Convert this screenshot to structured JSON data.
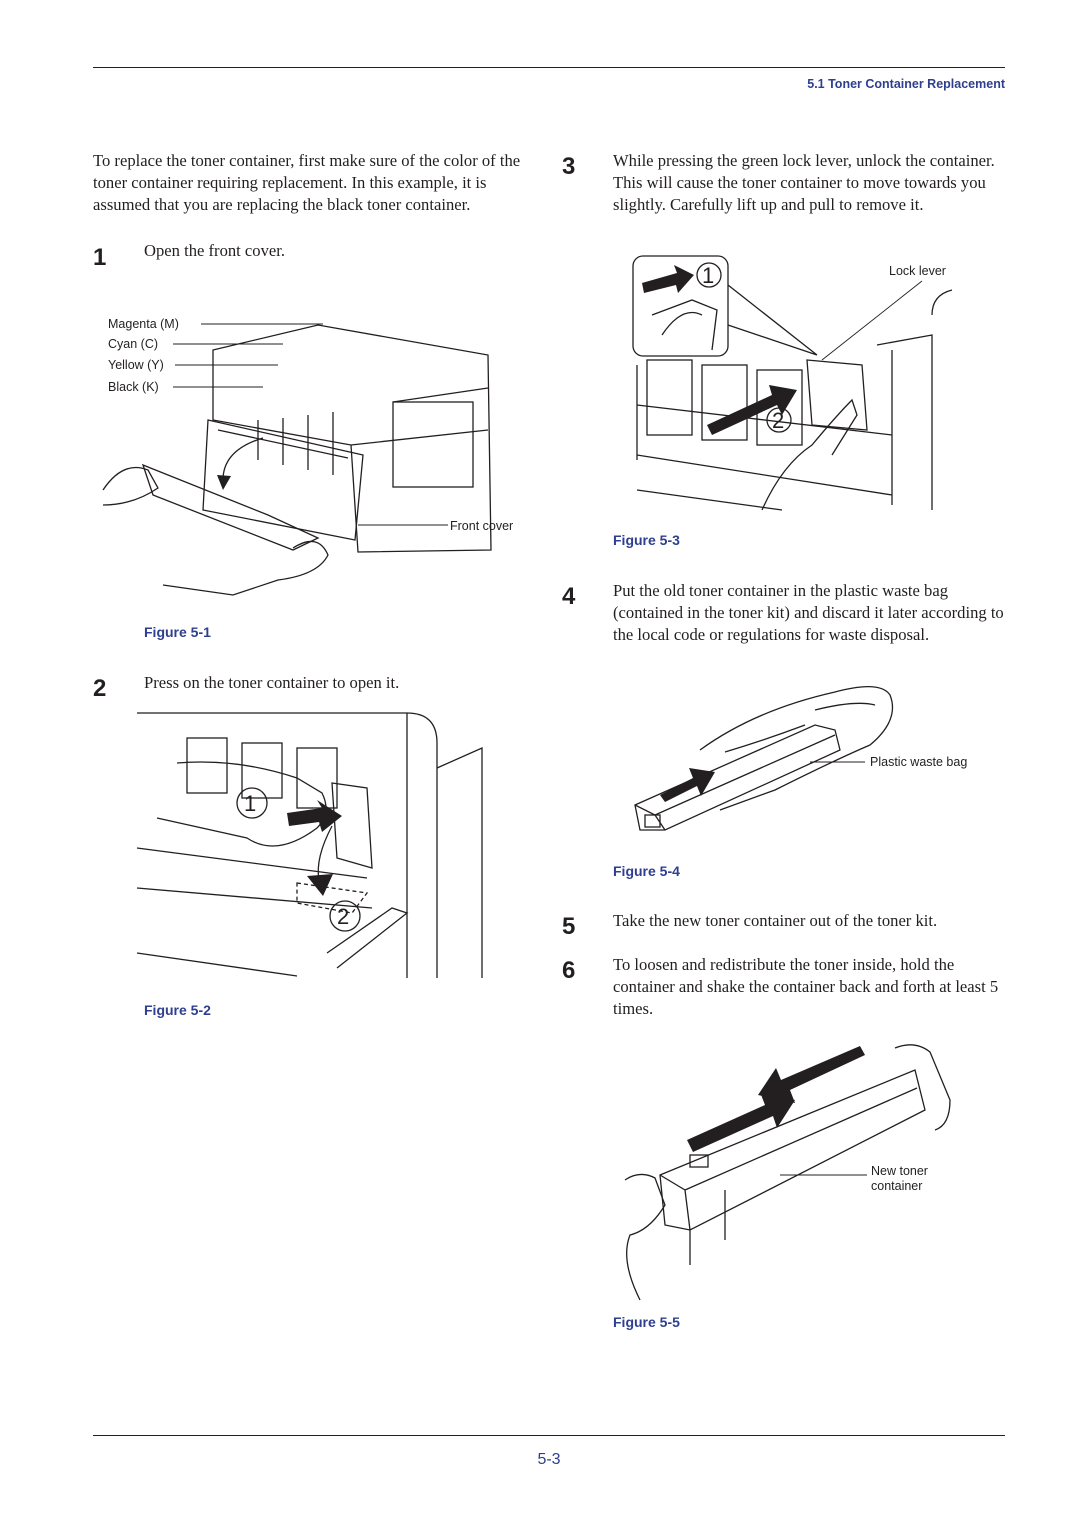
{
  "header": {
    "section_title": "5.1 Toner Container Replacement"
  },
  "intro": "To replace the toner container, first make sure of the color of the toner container requiring replacement. In this example, it is assumed that you are replacing the black toner container.",
  "steps": [
    {
      "number": "1",
      "text": "Open the front cover."
    },
    {
      "number": "2",
      "text": "Press on the toner container to open it."
    },
    {
      "number": "3",
      "text": "While pressing the green lock lever, unlock the container. This will cause the toner container to move towards you slightly. Carefully lift up and pull to remove it."
    },
    {
      "number": "4",
      "text": "Put the old toner container in the plastic waste bag (contained in the toner kit) and discard it later according to the local code or regulations for waste disposal."
    },
    {
      "number": "5",
      "text": "Take the new toner container out of the toner kit."
    },
    {
      "number": "6",
      "text": "To loosen and redistribute the toner inside, hold the container and shake the container back and forth at least 5 times."
    }
  ],
  "figures": {
    "fig1": {
      "caption": "Figure 5-1",
      "labels": {
        "magenta": "Magenta (M)",
        "cyan": "Cyan (C)",
        "yellow": "Yellow (Y)",
        "black": "Black (K)",
        "front_cover": "Front cover"
      }
    },
    "fig2": {
      "caption": "Figure 5-2",
      "marker1": "1",
      "marker2": "2"
    },
    "fig3": {
      "caption": "Figure 5-3",
      "lock_lever": "Lock lever",
      "marker1": "1",
      "marker2": "2"
    },
    "fig4": {
      "caption": "Figure 5-4",
      "plastic_bag": "Plastic waste bag"
    },
    "fig5": {
      "caption": "Figure 5-5",
      "new_toner_line1": "New toner",
      "new_toner_line2": "container"
    }
  },
  "footer": {
    "page_number": "5-3"
  },
  "colors": {
    "accent": "#2e3f8f",
    "text": "#231f20"
  }
}
